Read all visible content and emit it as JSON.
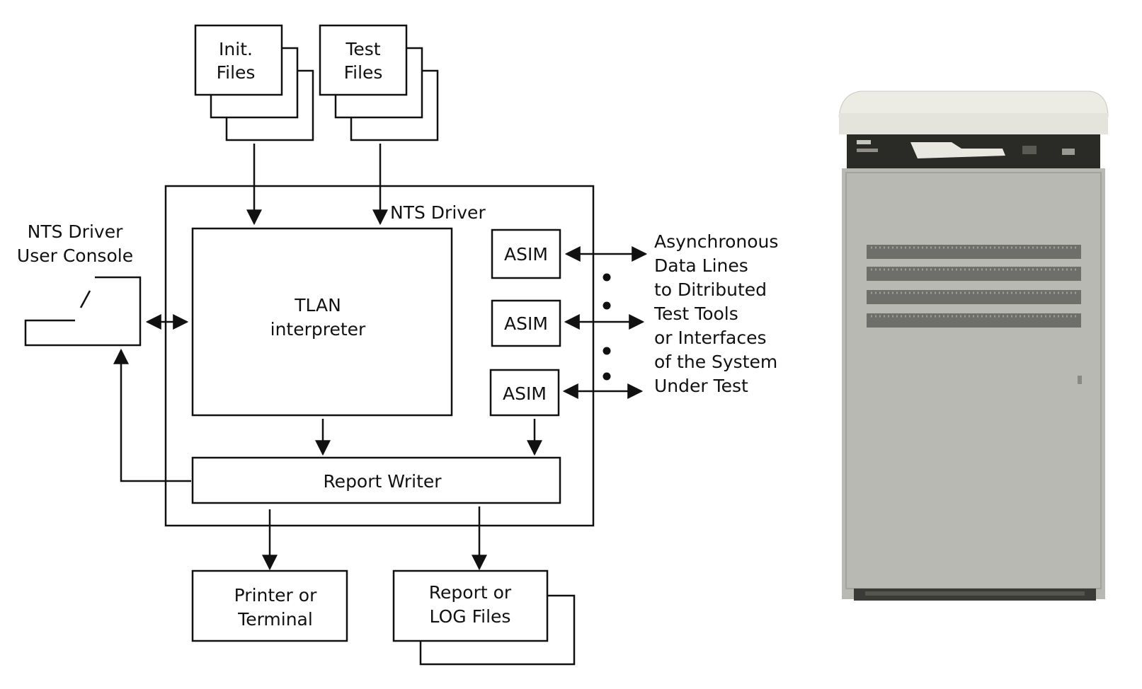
{
  "inputs": {
    "init_files": [
      "Init.",
      "Files"
    ],
    "test_files": [
      "Test",
      "Files"
    ]
  },
  "driver": {
    "label": "NTS Driver",
    "interpreter": [
      "TLAN",
      "interpreter"
    ],
    "asim": [
      "ASIM",
      "ASIM",
      "ASIM"
    ],
    "report_writer": "Report Writer"
  },
  "console": {
    "label": [
      "NTS Driver",
      "User Console"
    ]
  },
  "outputs": {
    "printer": [
      "Printer or",
      "Terminal"
    ],
    "report_files": [
      "Report or",
      "LOG Files"
    ]
  },
  "async_note": [
    "Asynchronous",
    "Data Lines",
    "to Ditributed",
    "Test Tools",
    "or Interfaces",
    "of the System",
    "Under Test"
  ],
  "colors": {
    "ink": "#111111",
    "cabinet_body": "#b9b9b4",
    "cabinet_top": "#ecebe4",
    "cabinet_panel": "#2a2a26",
    "vent": "#6e6e6a"
  }
}
